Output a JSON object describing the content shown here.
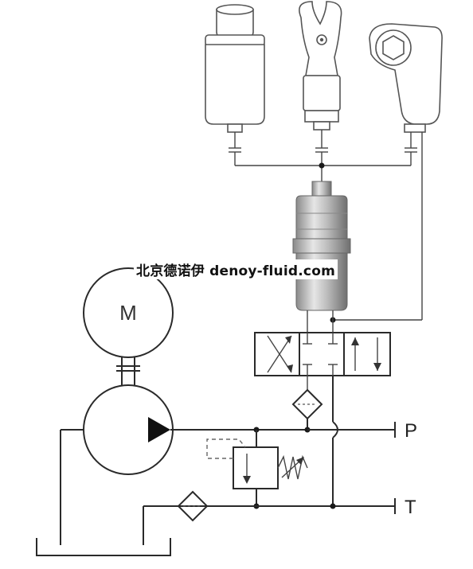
{
  "diagram": {
    "watermark": "北京德诺伊 denoy-fluid.com",
    "motor_label": "M",
    "port_pressure": "P",
    "port_tank": "T"
  },
  "colors": {
    "line": "#2a2a2a",
    "tool_stroke": "#555555",
    "cylinder_body": "#999999"
  }
}
